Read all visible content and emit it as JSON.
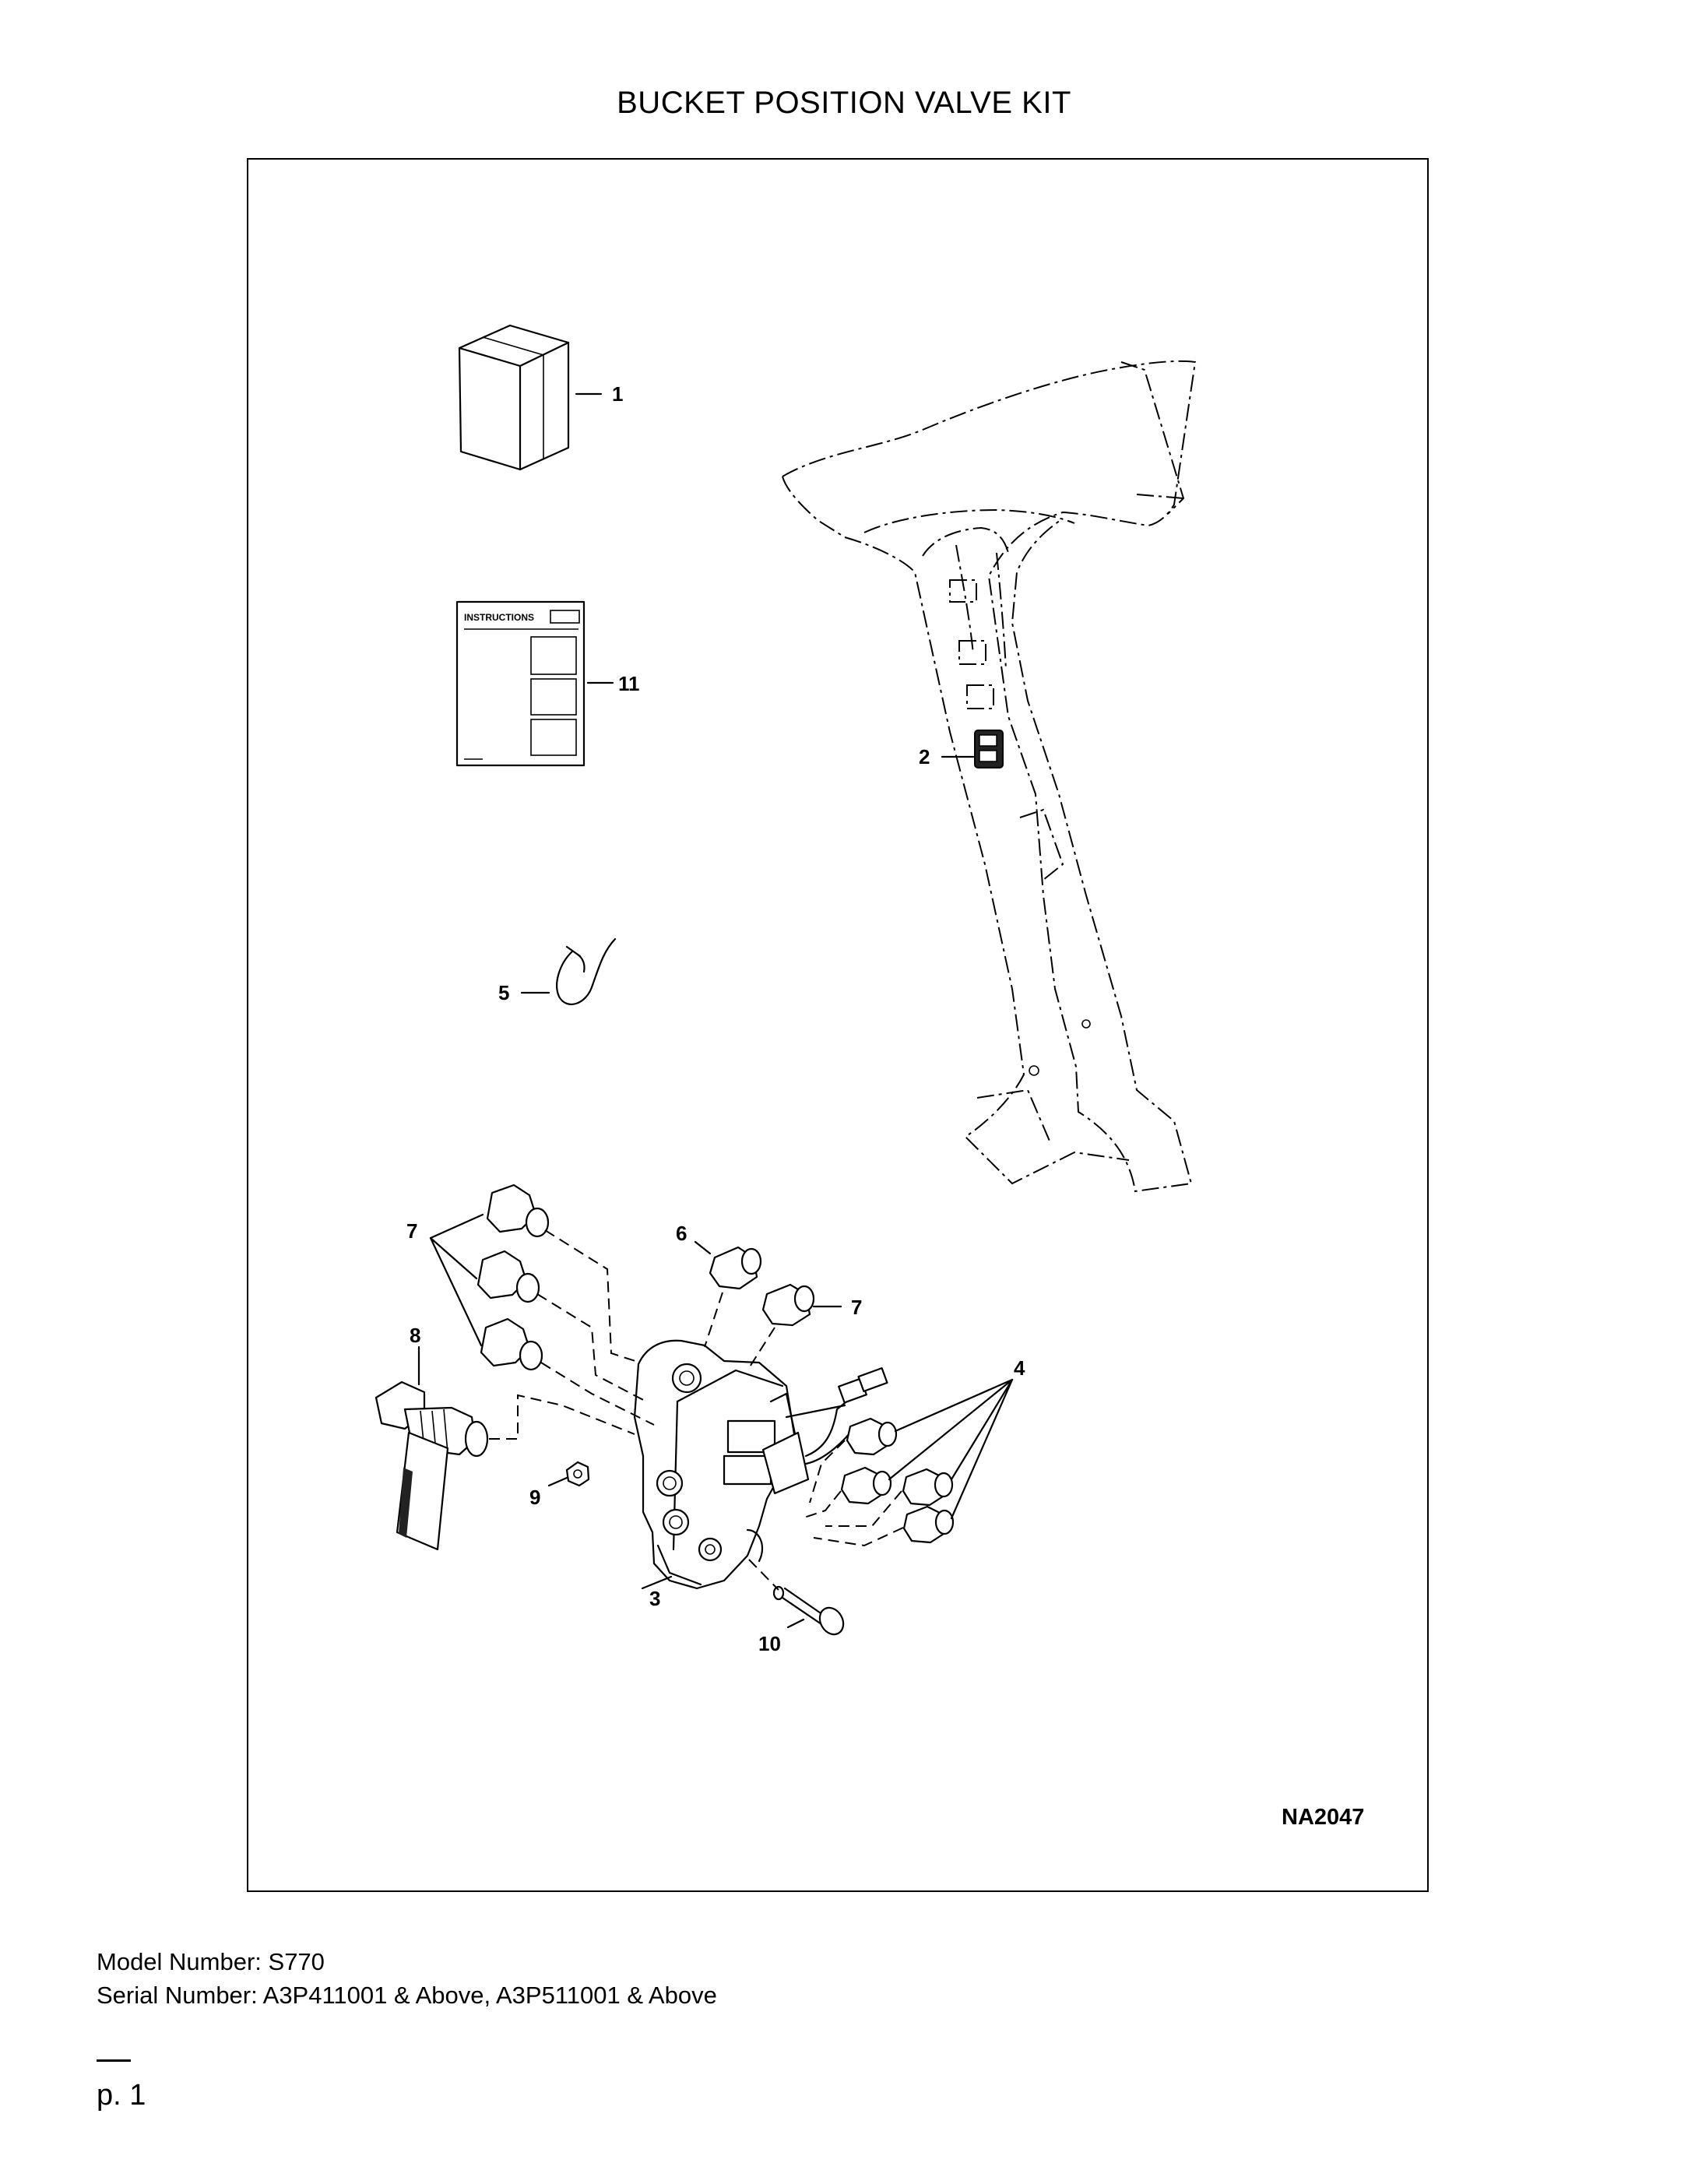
{
  "document": {
    "title": "BUCKET POSITION VALVE KIT",
    "figure_id": "NA2047",
    "model_line": "Model Number: S770",
    "serial_line": "Serial Number: A3P411001 & Above, A3P511001 & Above",
    "page_label": "p. 1"
  },
  "figure": {
    "instructions_label": "INSTRUCTIONS",
    "callouts": {
      "c1": "1",
      "c2": "2",
      "c3": "3",
      "c4": "4",
      "c5": "5",
      "c6": "6",
      "c7a": "7",
      "c7b": "7",
      "c8": "8",
      "c9": "9",
      "c10": "10",
      "c11": "11"
    }
  }
}
